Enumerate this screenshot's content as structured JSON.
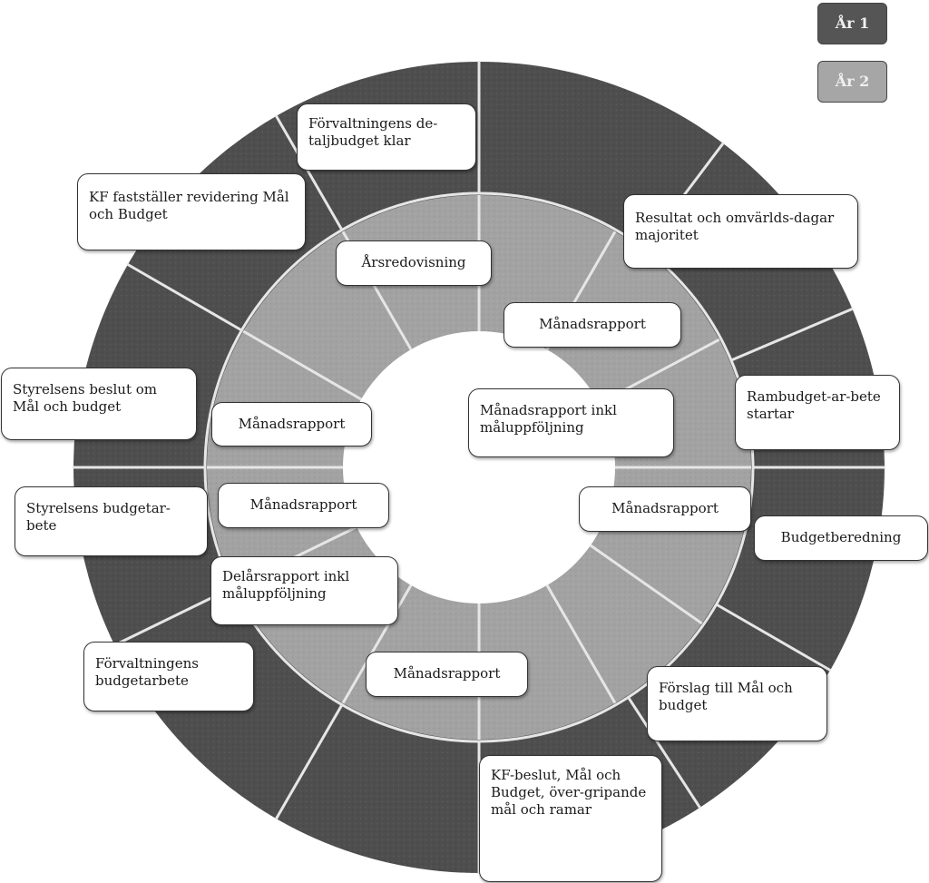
{
  "legend": {
    "year1": {
      "label": "År 1",
      "color": "#555555"
    },
    "year2": {
      "label": "År 2",
      "color": "#a6a6a6"
    }
  },
  "outer_ring": [
    "Förvaltningens de-taljbudget klar",
    "Resultat och omvärlds-dagar majoritet",
    "Rambudget-ar-bete startar",
    "Budgetberedning",
    "Förslag till Mål och budget",
    "KF-beslut, Mål och Budget, över-gripande mål och ramar",
    "Förvaltningens budgetarbete",
    "Styrelsens budgetar-bete",
    "Styrelsens beslut om Mål och budget",
    "KF fastställer revidering Mål och Budget"
  ],
  "inner_ring": [
    "Årsredovisning",
    "Månadsrapport",
    "Månadsrapport inkl måluppföljning",
    "Månadsrapport",
    "Månadsrapport",
    "Delårsrapport inkl måluppföljning",
    "Månadsrapport",
    "Månadsrapport"
  ]
}
